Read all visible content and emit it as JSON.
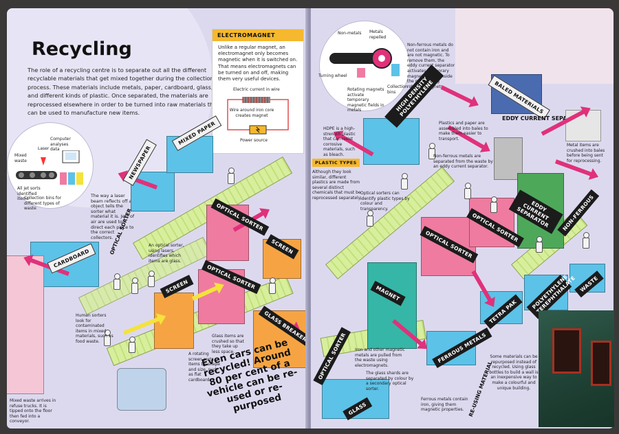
{
  "title": "Recycling",
  "intro": "The role of a recycling centre is to separate out all the different recyclable materials that get mixed together during the collection process. These materials include metals, paper, cardboard, glass, and different kinds of plastic. Once separated, the materials are reprocessed elsewhere in order to be turned into raw materials that can be used to manufacture new items.",
  "electromagnet": {
    "heading": "ELECTROMAGNET",
    "body": "Unlike a regular magnet, an electromagnet only becomes magnetic when it is switched on. That means electromagnets can be turned on and off, making them very useful devices.",
    "current_label": "Electric current in wire",
    "coil_label": "Wire around iron core creates magnet",
    "power_label": "Power source"
  },
  "sorter_diagram": {
    "analyses": "Computer analyses data",
    "laser": "Laser",
    "mixed": "Mixed waste",
    "all_jet": "All jet sorts identified items",
    "bins": "Collection bins for different types of waste",
    "laser_note": "The way a laser beam reflects off an object tells the sorter what material it is. Jets of air are used to direct each piece to the correct collectors."
  },
  "eddy_diagram": {
    "metals_repelled": "Metals repelled",
    "non_metals": "Non-metals",
    "turning_wheel": "Turning wheel",
    "rotating": "Rotating magnets activate temporary magnetic fields in metals",
    "bins": "Collection bins",
    "note": "Non-ferrous metals do not contain iron and are not magnetic. To remove them, the eddy current separator activates temporary magnetic fields inside the metal using rotating magnets."
  },
  "labels": {
    "newspaper": "NEWSPAPER",
    "mixed_paper": "MIXED PAPER",
    "cardboard": "CARDBOARD",
    "optical_sorter": "OPTICAL SORTER",
    "screen": "SCREEN",
    "glass_breaker": "GLASS BREAKER",
    "glass": "GLASS",
    "magnet": "MAGNET",
    "ferrous_metals": "FERROUS METALS",
    "tetra_pak": "TETRA PAK",
    "pet": "POLYETHYLENE TEREPHTHALATE",
    "waste": "WASTE",
    "non_ferrous": "NON-FERROUS",
    "eddy_current_separator": "EDDY CURRENT SEPARATOR",
    "hdpe": "HIGH DENSITY POLYETHYLENE",
    "baled_materials": "BALED MATERIALS",
    "reusing_material": "RE-USING MATERIAL",
    "plastic_types": "PLASTIC TYPES"
  },
  "notes": {
    "optical": "An optical sorter, using lasers, identifies which items are glass.",
    "human": "Human sorters look for contaminated items in mixed materials, such as food waste.",
    "mixed_waste": "Mixed waste arrives in refuse trucks. It is tipped onto the floor then fed into a conveyor.",
    "screen": "A rotating screen sorts items by shape and size, such as flat cardboard.",
    "glass_items": "Glass items are crushed so that they take up less space.",
    "hdpe": "HDPE is a high-strength plastic that can resist corrosive materials, such as bleach.",
    "plastic_types": "Although they look similar, different plastics are made from several distinct chemicals that must be reprocessed separately.",
    "optical_plastic": "Optical sorters can identify plastic types by colour and transparency.",
    "plastics_paper": "Plastics and paper are assembled into bales to make them easier to transport.",
    "non_ferrous": "Non-ferrous metals are separated from the waste by an eddy current separator.",
    "metal_items": "Metal items are crushed into bales before being sent for reprocessing.",
    "iron": "Iron and other magnetic metals are pulled from the waste using electromagnets.",
    "glass_shards": "The glass shards are separated by colour by a secondary optical sorter.",
    "ferrous": "Ferrous metals contain iron, giving them magnetic properties.",
    "reuse": "Some materials can be repurposed instead of recycled. Using glass bottles to build a wall is an inexpensive way to make a colourful and unique building."
  },
  "callout": "Even cars can be recycled! Around 80 per cent of a vehicle can be re-used or re-purposed",
  "colors": {
    "page": "#dcd9ef",
    "belt": "#d7ef9c",
    "pink": "#ef7ba0",
    "orange": "#f6a443",
    "blue": "#5cc2e8",
    "teal": "#36b6a6",
    "green": "#4ea85a",
    "yellow": "#f5e23c",
    "magenta": "#e0317a",
    "accent_box": "#f5b82e"
  }
}
